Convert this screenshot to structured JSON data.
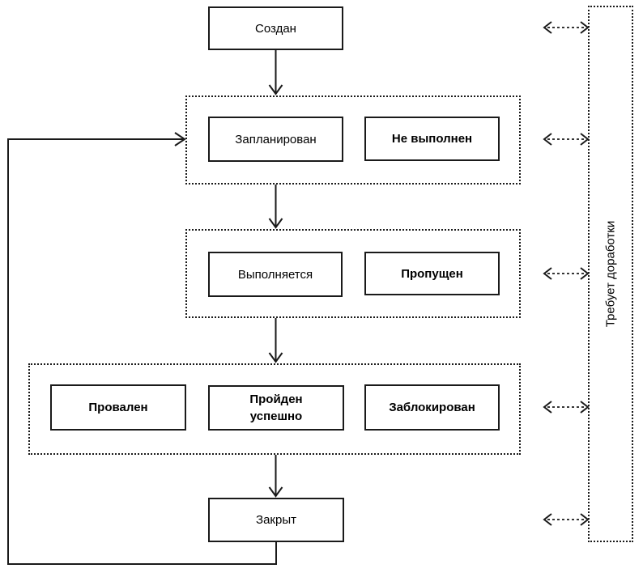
{
  "diagram": {
    "type": "state-flowchart",
    "states": {
      "created": "Создан",
      "planned": "Запланирован",
      "not_executed": "Не выполнен",
      "in_progress": "Выполняется",
      "skipped": "Пропущен",
      "failed": "Провален",
      "passed": "Пройден\nуспешно",
      "blocked": "Заблокирован",
      "closed": "Закрыт"
    },
    "side_panel": {
      "label": "Требует доработки"
    },
    "colors": {
      "line": "#1a1a1a",
      "background": "#ffffff",
      "box_background": "#ffffff"
    }
  }
}
